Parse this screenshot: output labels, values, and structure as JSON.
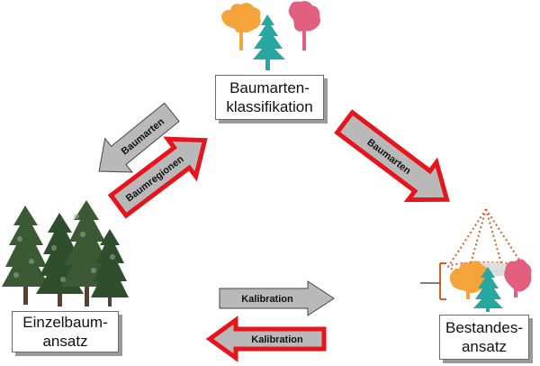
{
  "nodes": {
    "classification": {
      "line1": "Baumarten-",
      "line2": "klassifikation"
    },
    "single_tree": {
      "line1": "Einzelbaum-",
      "line2": "ansatz"
    },
    "stand": {
      "line1": "Bestandes-",
      "line2": "ansatz"
    }
  },
  "arrows": {
    "top_left_gray": "Baumarten",
    "top_left_red": "Baumregionen",
    "top_right_red": "Baumarten",
    "bottom_gray": "Kalibration",
    "bottom_red": "Kalibration"
  },
  "colors": {
    "red_outline": "#e8141c",
    "gray_fill": "#b9b9b9",
    "tree_orange": "#f4a43a",
    "tree_teal": "#27a7a0",
    "tree_pink": "#e2607d",
    "conifer_dark": "#3b5a34"
  },
  "icons": [
    "deciduous-tree-icon",
    "conifer-tree-icon",
    "forest-image",
    "dotted-crown-bracket-icon"
  ]
}
